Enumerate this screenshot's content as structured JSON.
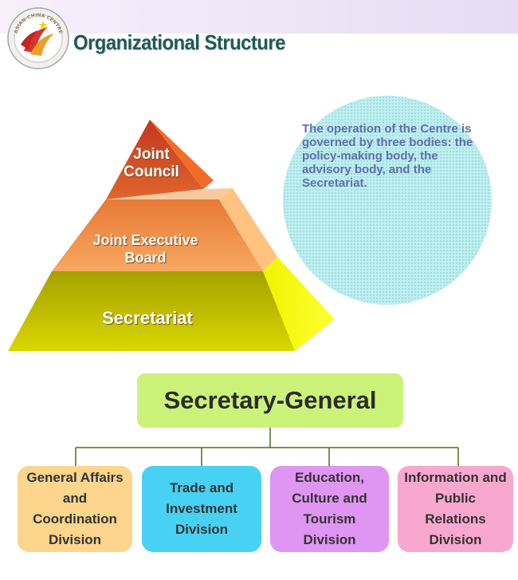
{
  "header": {
    "title": "Organizational Structure"
  },
  "logo": {
    "text": "ASIAN-CHINA CENTRE"
  },
  "pyramid": {
    "levels": [
      {
        "label_line1": "Joint",
        "label_line2": "Council",
        "color": "#d9552a"
      },
      {
        "label_line1": "Joint Executive",
        "label_line2": "Board",
        "color": "#f08e44"
      },
      {
        "label_line1": "Secretariat",
        "label_line2": "",
        "color": "#c9c700"
      }
    ]
  },
  "note": {
    "text": "The operation of the Centre is governed by three bodies: the policy-making body, the advisory body, and the Secretariat."
  },
  "org_chart": {
    "head": {
      "label": "Secretary-General",
      "color": "#ccf27a"
    },
    "divisions": [
      {
        "label": "General Affairs and Coordination Division",
        "color": "#fdd58c"
      },
      {
        "label": "Trade and Investment Division",
        "color": "#47d2f4"
      },
      {
        "label": "Education, Culture and Tourism Division",
        "color": "#df95f2"
      },
      {
        "label": "Information and Public Relations Division",
        "color": "#f8a8ce"
      }
    ]
  }
}
